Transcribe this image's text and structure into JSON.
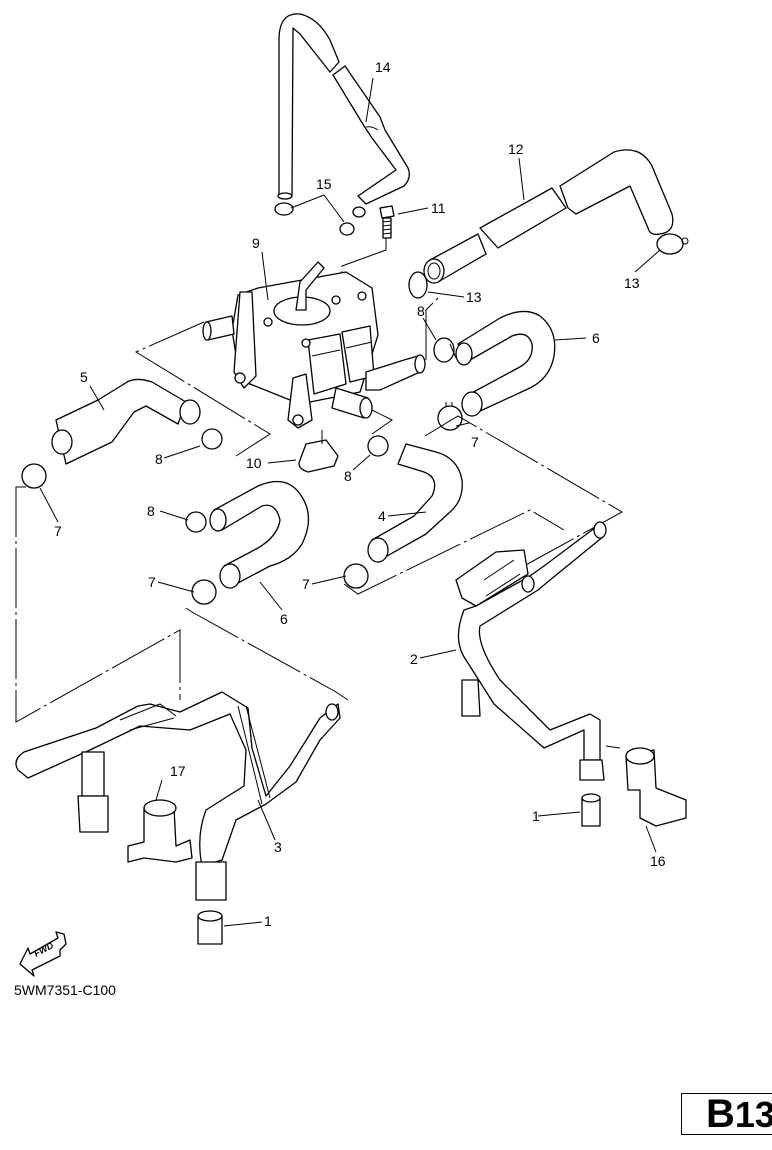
{
  "diagram": {
    "title": "Exploded parts diagram",
    "part_code": "5WM7351-C100",
    "page_tag": {
      "letter": "B",
      "number": "13"
    },
    "fwd_label": "FWD",
    "callouts": [
      {
        "id": "c14",
        "number": "14",
        "part": "hose (breather, upper)"
      },
      {
        "id": "c15",
        "number": "15",
        "part": "clip"
      },
      {
        "id": "c11",
        "number": "11",
        "part": "bolt"
      },
      {
        "id": "c9",
        "number": "9",
        "part": "air cut valve assembly"
      },
      {
        "id": "c12",
        "number": "12",
        "part": "hose (long, bent)"
      },
      {
        "id": "c13a",
        "number": "13",
        "part": "clip"
      },
      {
        "id": "c13b",
        "number": "13",
        "part": "clip"
      },
      {
        "id": "c8a",
        "number": "8",
        "part": "hose clamp"
      },
      {
        "id": "c6a",
        "number": "6",
        "part": "U-hose"
      },
      {
        "id": "c5",
        "number": "5",
        "part": "bent hose"
      },
      {
        "id": "c8b",
        "number": "8",
        "part": "hose clamp"
      },
      {
        "id": "c10",
        "number": "10",
        "part": "bracket"
      },
      {
        "id": "c7a",
        "number": "7",
        "part": "hose clamp"
      },
      {
        "id": "c7b",
        "number": "7",
        "part": "hose clamp"
      },
      {
        "id": "c8c",
        "number": "8",
        "part": "hose clamp"
      },
      {
        "id": "c8d",
        "number": "8",
        "part": "hose clamp"
      },
      {
        "id": "c4",
        "number": "4",
        "part": "bent hose"
      },
      {
        "id": "c7c",
        "number": "7",
        "part": "hose clamp"
      },
      {
        "id": "c7d",
        "number": "7",
        "part": "hose clamp"
      },
      {
        "id": "c6b",
        "number": "6",
        "part": "U-hose"
      },
      {
        "id": "c2",
        "number": "2",
        "part": "reed valve pipe (right)"
      },
      {
        "id": "c3",
        "number": "3",
        "part": "reed valve pipe (left)"
      },
      {
        "id": "c17",
        "number": "17",
        "part": "holder"
      },
      {
        "id": "c1a",
        "number": "1",
        "part": "joint"
      },
      {
        "id": "c1b",
        "number": "1",
        "part": "joint"
      },
      {
        "id": "c16",
        "number": "16",
        "part": "holder"
      }
    ]
  }
}
